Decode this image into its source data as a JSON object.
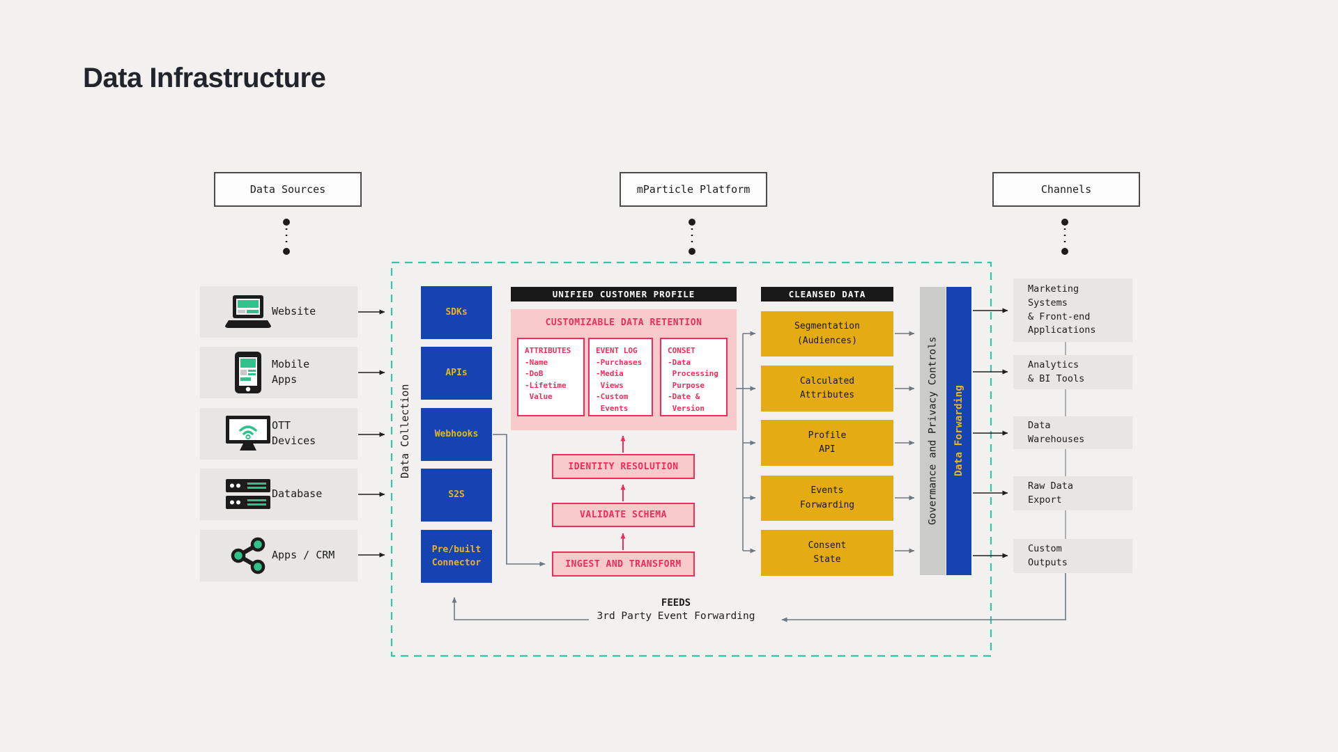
{
  "title": "Data Infrastructure",
  "headers": {
    "data_sources": "Data Sources",
    "platform": "mParticle Platform",
    "channels": "Channels"
  },
  "sources": {
    "items": [
      {
        "label": "Website",
        "icon": "laptop-icon"
      },
      {
        "label": "Mobile\nApps",
        "icon": "smartphone-icon"
      },
      {
        "label": "OTT\nDevices",
        "icon": "tv-wifi-icon"
      },
      {
        "label": "Database",
        "icon": "server-icon"
      },
      {
        "label": "Apps / CRM",
        "icon": "share-nodes-icon"
      }
    ]
  },
  "data_collection": {
    "label": "Data Collection",
    "items": [
      {
        "label": "SDKs"
      },
      {
        "label": "APIs"
      },
      {
        "label": "Webhooks"
      },
      {
        "label": "S2S"
      },
      {
        "label": "Pre/built\nConnector"
      }
    ]
  },
  "unified_profile": {
    "header": "UNIFIED CUSTOMER PROFILE",
    "retention": {
      "title": "CUSTOMIZABLE DATA RETENTION",
      "cards": [
        {
          "title": "ATTRIBUTES",
          "lines": "-Name\n-DoB\n-Lifetime\n Value"
        },
        {
          "title": "EVENT LOG",
          "lines": "-Purchases\n-Media\n Views\n-Custom\n Events"
        },
        {
          "title": "CONSET",
          "lines": "-Data\n Processing\n Purpose\n-Date &\n Version"
        }
      ]
    },
    "pipeline": [
      {
        "label": "IDENTITY RESOLUTION"
      },
      {
        "label": "VALIDATE SCHEMA"
      },
      {
        "label": "INGEST AND TRANSFORM"
      }
    ]
  },
  "cleansed_data": {
    "header": "CLEANSED DATA",
    "items": [
      {
        "label": "Segmentation\n(Audiences)"
      },
      {
        "label": "Calculated\nAttributes"
      },
      {
        "label": "Profile\nAPI"
      },
      {
        "label": "Events\nForwarding"
      },
      {
        "label": "Consent\nState"
      }
    ]
  },
  "bars": {
    "governance": "Govermance and Privacy Controls",
    "forwarding": "Data Forwarding"
  },
  "channels": {
    "items": [
      {
        "label": "Marketing\nSystems\n& Front-end\nApplications"
      },
      {
        "label": "Analytics\n& BI Tools"
      },
      {
        "label": "Data\nWarehouses"
      },
      {
        "label": "Raw Data\nExport"
      },
      {
        "label": "Custom\nOutputs"
      }
    ]
  },
  "feeds": {
    "title": "FEEDS",
    "subtitle": "3rd Party Event Forwarding"
  },
  "colors": {
    "accent_teal": "#35c4a4",
    "icon_green": "#2fc28a",
    "brand_blue": "#1544b2",
    "brand_yellow": "#e4ab12",
    "pink_background": "#f9caca",
    "pink_accent": "#ee2d5a"
  }
}
